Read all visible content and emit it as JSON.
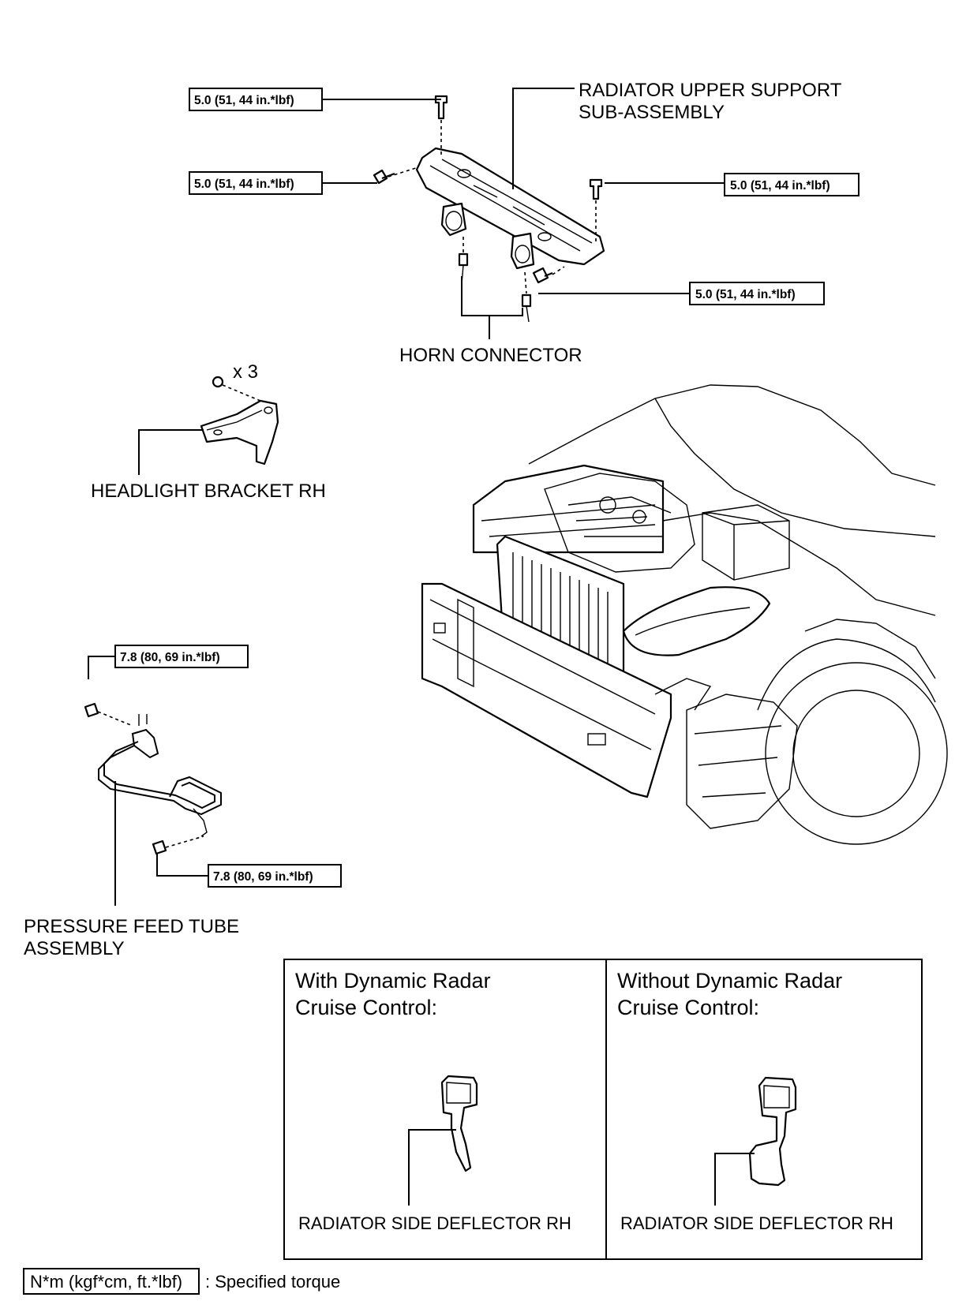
{
  "torque_specs": {
    "top_left": "5.0 (51, 44 in.*lbf)",
    "mid_left": "5.0 (51, 44 in.*lbf)",
    "mid_right": "5.0 (51, 44 in.*lbf)",
    "lower_right": "5.0 (51, 44 in.*lbf)",
    "tube_upper": "7.8 (80, 69 in.*lbf)",
    "tube_lower": "7.8 (80, 69 in.*lbf)"
  },
  "labels": {
    "radiator_support_line1": "RADIATOR UPPER SUPPORT",
    "radiator_support_line2": "SUB-ASSEMBLY",
    "horn_connector": "HORN CONNECTOR",
    "quantity": "x 3",
    "headlight_bracket": "HEADLIGHT BRACKET RH",
    "pressure_tube_line1": "PRESSURE FEED TUBE",
    "pressure_tube_line2": "ASSEMBLY"
  },
  "variant_box": {
    "left": {
      "title_line1": "With Dynamic Radar",
      "title_line2": "Cruise Control:",
      "part": "RADIATOR SIDE DEFLECTOR RH"
    },
    "right": {
      "title_line1": "Without Dynamic Radar",
      "title_line2": "Cruise Control:",
      "part": "RADIATOR SIDE DEFLECTOR RH"
    }
  },
  "legend": {
    "unit": "N*m (kgf*cm, ft.*lbf)",
    "text": ": Specified torque"
  }
}
